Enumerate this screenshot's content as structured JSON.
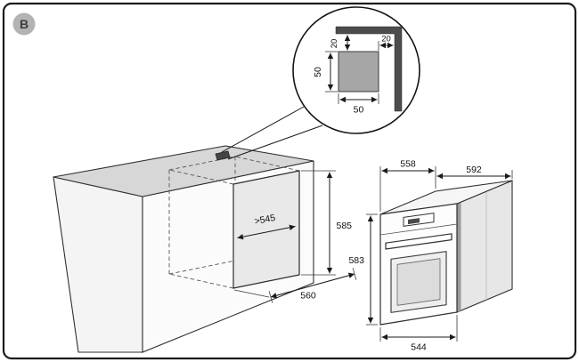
{
  "badge": {
    "label": "B"
  },
  "detail_inset": {
    "offset_top": "20",
    "offset_side": "20",
    "square_height": "50",
    "square_width": "50"
  },
  "worktop": {
    "niche_width": ">545",
    "niche_height": "585",
    "niche_depth": "560"
  },
  "oven": {
    "depth_body": "558",
    "depth_total": "592",
    "height": "583",
    "width": "544"
  }
}
